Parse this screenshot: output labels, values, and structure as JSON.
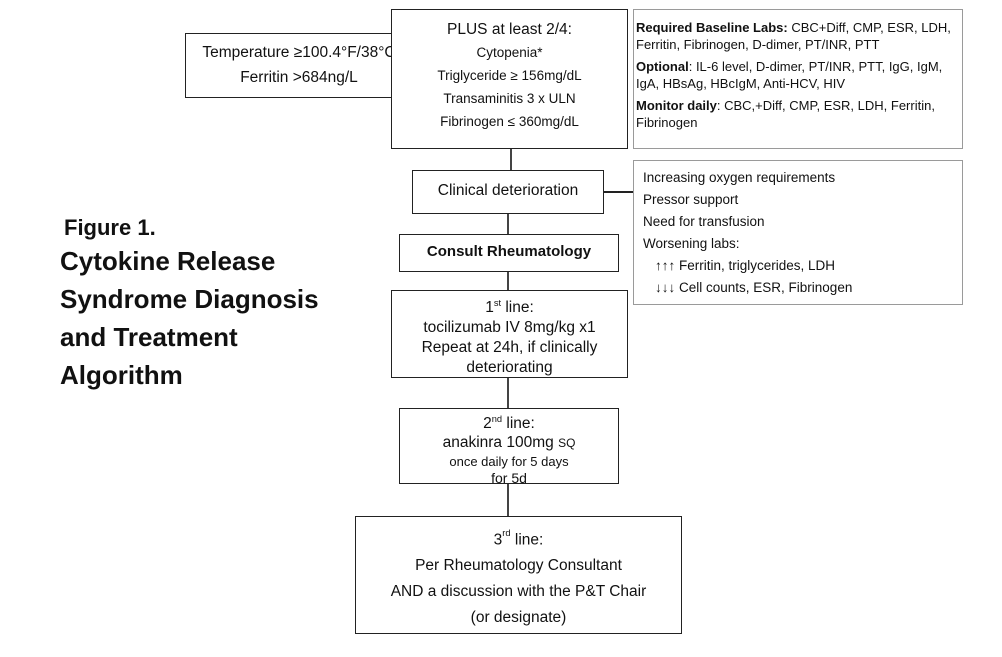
{
  "figure": {
    "label": "Figure 1.",
    "title_lines": [
      "Cytokine Release",
      "Syndrome Diagnosis",
      "and Treatment",
      "Algorithm"
    ]
  },
  "criteria_box": {
    "lines": [
      "Temperature ≥100.4°F/38°C",
      "Ferritin >684ng/L"
    ]
  },
  "plus_box": {
    "heading": "PLUS at least 2/4:",
    "items": [
      "Cytopenia*",
      "Triglyceride ≥ 156mg/dL",
      "Transaminitis  3 x ULN",
      "Fibrinogen ≤ 360mg/dL"
    ]
  },
  "labs_box": {
    "sections": [
      {
        "label": "Required Baseline Labs:",
        "text": " CBC+Diff, CMP, ESR, LDH, Ferritin, Fibrinogen, D-dimer, PT/INR, PTT"
      },
      {
        "label": "Optional",
        "text": ": IL-6 level, D-dimer, PT/INR, PTT, IgG, IgM, IgA, HBsAg, HBcIgM, Anti-HCV, HIV"
      },
      {
        "label": "Monitor daily",
        "text": ": CBC,+Diff, CMP, ESR, LDH, Ferritin, Fibrinogen"
      }
    ]
  },
  "clinical_box": {
    "label": "Clinical deterioration"
  },
  "deterioration_box": {
    "items": [
      "Increasing oxygen requirements",
      "Pressor support",
      "Need for transfusion",
      "Worsening labs:"
    ],
    "sub_items": [
      {
        "arrows": "↑↑↑",
        "text": " Ferritin, triglycerides, LDH"
      },
      {
        "arrows": "↓↓↓",
        "text": " Cell counts, ESR, Fibrinogen"
      }
    ]
  },
  "consult_box": {
    "label": "Consult Rheumatology"
  },
  "first_line": {
    "num": "1",
    "sup": "st",
    "suffix": " line:",
    "lines": [
      "tocilizumab IV 8mg/kg x1",
      "Repeat at 24h, if clinically",
      "deteriorating"
    ]
  },
  "second_line": {
    "num": "2",
    "sup": "nd",
    "suffix": " line:",
    "drug": "anakinra 100mg ",
    "route": "SQ",
    "lines": [
      "once daily for 5 days",
      "for 5d"
    ]
  },
  "third_line": {
    "num": "3",
    "sup": "rd",
    "suffix": " line:",
    "lines": [
      "Per Rheumatology Consultant",
      "AND a discussion with the P&T Chair",
      "(or designate)"
    ]
  }
}
